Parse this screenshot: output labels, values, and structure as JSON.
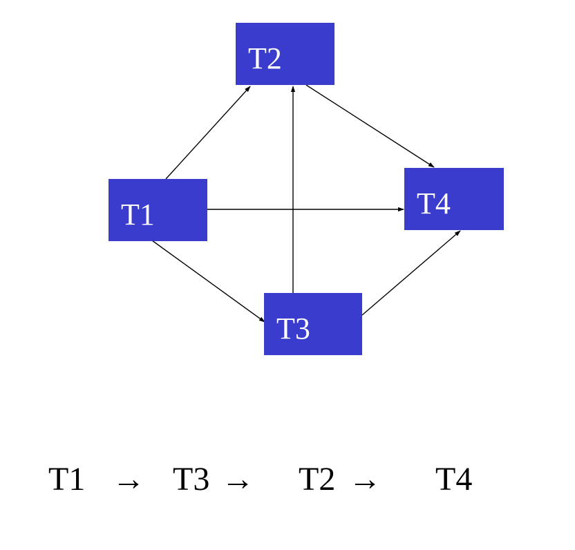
{
  "nodes": [
    {
      "id": "T1",
      "label": "T1"
    },
    {
      "id": "T2",
      "label": "T2"
    },
    {
      "id": "T3",
      "label": "T3"
    },
    {
      "id": "T4",
      "label": "T4"
    }
  ],
  "edges": [
    {
      "from": "T1",
      "to": "T2"
    },
    {
      "from": "T1",
      "to": "T4"
    },
    {
      "from": "T1",
      "to": "T3"
    },
    {
      "from": "T3",
      "to": "T2"
    },
    {
      "from": "T2",
      "to": "T4"
    },
    {
      "from": "T3",
      "to": "T4"
    }
  ],
  "colors": {
    "node_fill": "#3a3ccd",
    "node_text": "#ffffff",
    "edge": "#000000"
  },
  "order": {
    "items": [
      "T1",
      "T3",
      "T2",
      "T4"
    ],
    "arrow": "→"
  }
}
